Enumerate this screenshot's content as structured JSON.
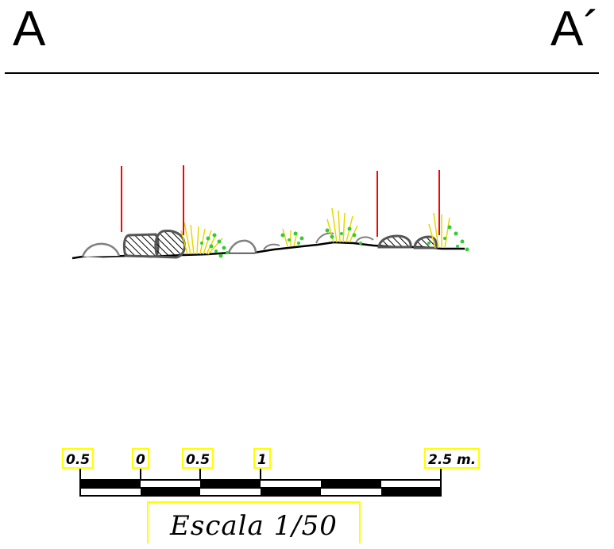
{
  "section": {
    "label_left": "A",
    "label_right": "A´"
  },
  "scale_bar": {
    "ticks": [
      "0.5",
      "0",
      "0.5",
      "1",
      "2.5  m."
    ],
    "title": "Escala 1/50"
  },
  "colors": {
    "marker": "#ff0000",
    "label_box_border": "#ffff00",
    "grass": "#e6d800",
    "shrub": "#33cc33",
    "rock_outline": "#808080"
  }
}
